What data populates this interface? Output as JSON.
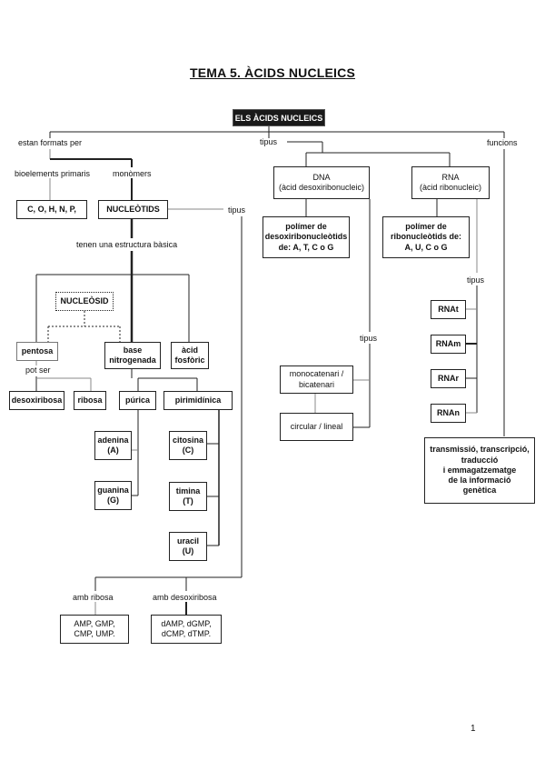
{
  "title": "TEMA 5. ÀCIDS NUCLEICS",
  "root": "ELS ÀCIDS NUCLEICS",
  "labels": {
    "formats": "estan formats per",
    "tipus_main": "tipus",
    "funcions": "funcions",
    "bioelements": "bioelements primaris",
    "monomers": "monòmers",
    "tipus_nucleotids": "tipus",
    "estructura": "tenen una estructura bàsica",
    "pot_ser": "pot ser",
    "tipus_dna": "tipus",
    "tipus_rna": "tipus",
    "amb_ribosa": "amb ribosa",
    "amb_desoxiribosa": "amb desoxiribosa"
  },
  "boxes": {
    "elements": "C, O, H, N, P,",
    "nucleotids": "NUCLEÒTIDS",
    "nucleosid": "NUCLEÒSID",
    "pentosa": "pentosa",
    "base": [
      "base",
      "nitrogenada"
    ],
    "acid": [
      "àcid",
      "fosfòric"
    ],
    "desoxiribosa": "desoxiribosa",
    "ribosa": "ribosa",
    "purica": "púrica",
    "pirimidinica": "pirimidínica",
    "adenina": [
      "adenina",
      "(A)"
    ],
    "guanina": [
      "guanina",
      "(G)"
    ],
    "citosina": [
      "citosina",
      "(C)"
    ],
    "timina": [
      "timina",
      "(T)"
    ],
    "uracil": [
      "uracil",
      "(U)"
    ],
    "ribo_nucleotids": [
      "AMP, GMP,",
      "CMP, UMP."
    ],
    "desoxi_nucleotids": [
      "dAMP, dGMP,",
      "dCMP, dTMP."
    ],
    "dna": [
      "DNA",
      "(àcid desoxiribonucleic)"
    ],
    "rna": [
      "RNA",
      "(àcid ribonucleic)"
    ],
    "dna_polimer": [
      "polímer de",
      "desoxiribonucleòtids",
      "de: A, T, C o G"
    ],
    "rna_polimer": [
      "polímer de",
      "ribonucleòtids de:",
      "A, U, C o G"
    ],
    "monocatenari": [
      "monocatenari /",
      "bicatenari"
    ],
    "circular": "circular / lineal",
    "rnat": "RNAt",
    "rnam": "RNAm",
    "rnar": "RNAr",
    "rnan": "RNAn",
    "funcions_text": [
      "transmissió, transcripció,",
      "traducció",
      "i emmagatzematge",
      "de la informació",
      "genètica"
    ]
  },
  "page_number": "1"
}
